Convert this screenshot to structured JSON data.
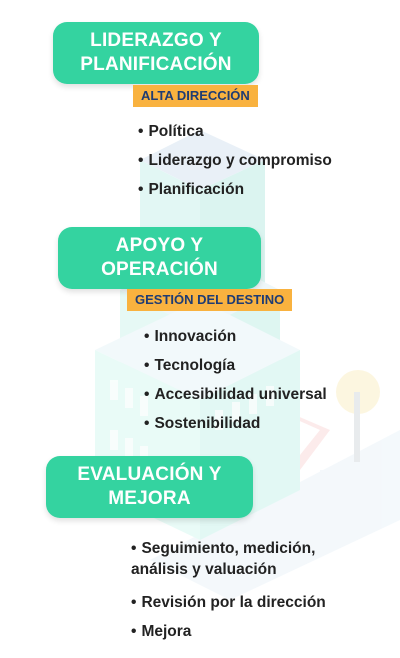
{
  "sections": [
    {
      "title_line1": "LIDERAZGO Y",
      "title_line2": "PLANIFICACIÓN",
      "tag": "ALTA DIRECCIÓN",
      "items": [
        "Política",
        "Liderazgo y compromiso",
        "Planificación"
      ]
    },
    {
      "title_line1": "APOYO Y",
      "title_line2": "OPERACIÓN",
      "tag": "GESTIÓN DEL DESTINO",
      "items": [
        "Innovación",
        "Tecnología",
        "Accesibilidad universal",
        "Sostenibilidad"
      ]
    },
    {
      "title_line1": "EVALUACIÓN Y",
      "title_line2": "MEJORA",
      "items": [
        "Seguimiento, medición, análisis y valuación",
        "Revisión por la dirección",
        "Mejora"
      ]
    }
  ],
  "bullet_symbol": "•",
  "colors": {
    "pill": "#34d3a0",
    "tag": "#f9b23f",
    "tag_text": "#1f3c73",
    "text": "#222222"
  }
}
